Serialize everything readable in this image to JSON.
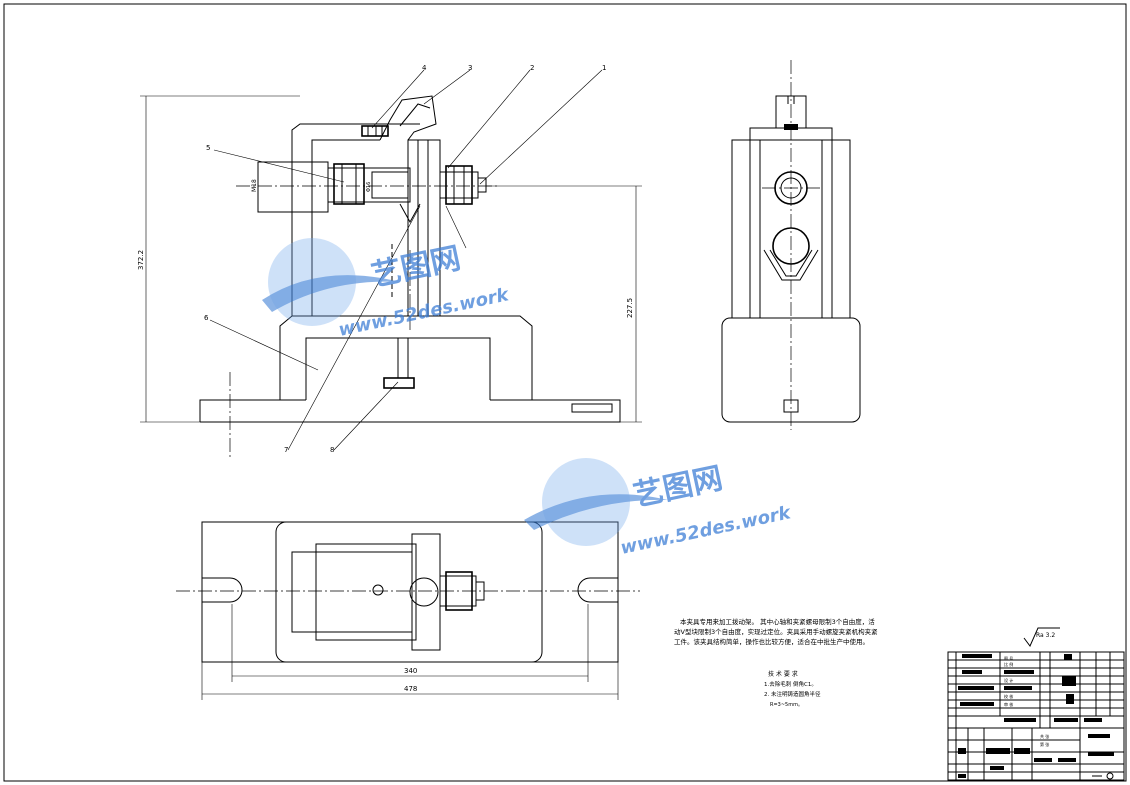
{
  "watermark": {
    "brand": "艺图网",
    "url": "www.52des.work",
    "color": "#3f7fd6"
  },
  "part_numbers": [
    "1",
    "2",
    "3",
    "4",
    "5",
    "6",
    "7",
    "8"
  ],
  "dimensions": {
    "overall_height": "372.2",
    "center_height": "227.5",
    "thread": "M18",
    "small_dim": "Φ16",
    "inner_length": "340",
    "overall_length": "478"
  },
  "description": {
    "line1": "本夹具专用来加工拨动架。 其中心轴和夹紧螺母限制3个自由度，活",
    "line2": "动V型块限制3个自由度，实现过定位。夹具采用手动螺旋夹紧机构夹紧",
    "line3": "工件。该夹具结构简单，操作也比较方便，适合在中批生产中使用。"
  },
  "tech_req": {
    "title": "技 术 要 求",
    "item1": "1.去除毛刺 倒角C1。",
    "item2": "2. 未注明铸造圆角半径",
    "item3": "R=3~5mm。"
  },
  "roughness": "Ra 3.2",
  "title_block": {
    "labels": [
      "图 号",
      "比 例",
      "设 计",
      "校 核",
      "审 核",
      "共 张",
      "第 张"
    ]
  }
}
